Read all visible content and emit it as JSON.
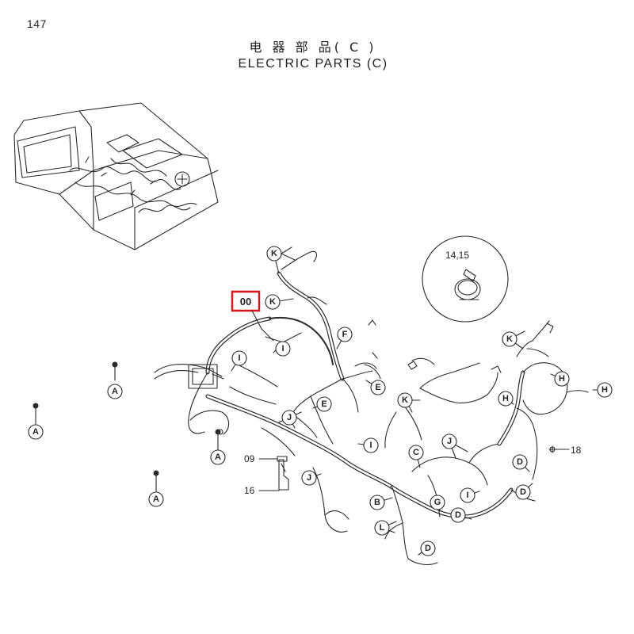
{
  "page_number": "147",
  "title_cn": "电 器 部 品( C )",
  "title_en": "ELECTRIC  PARTS (C)",
  "highlight_label": "00",
  "inset_label": "14,15",
  "part_numbers": {
    "p09": "09",
    "p16": "16",
    "p18": "18"
  },
  "callouts": {
    "k1": "K",
    "k2": "K",
    "k3": "K",
    "k4": "K",
    "i1": "I",
    "i2": "I",
    "i3": "I",
    "i4": "I",
    "f1": "F",
    "e1": "E",
    "e2": "E",
    "j1": "J",
    "j2": "J",
    "j3": "J",
    "h1": "H",
    "h2": "H",
    "h3": "H",
    "c1": "C",
    "d1": "D",
    "d2": "D",
    "d3": "D",
    "d4": "D",
    "g1": "G",
    "b1": "B",
    "l1": "L",
    "a1": "A",
    "a2": "A",
    "a3": "A",
    "a4": "A"
  },
  "colors": {
    "line": "#2a2a2a",
    "highlight": "#d4161c"
  }
}
